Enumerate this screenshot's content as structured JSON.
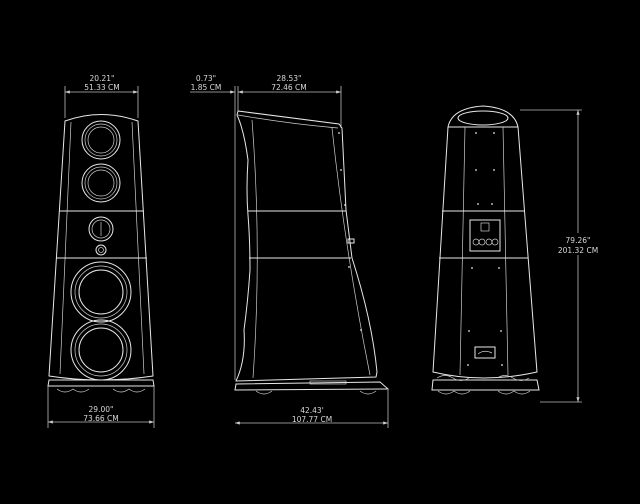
{
  "front_view": {
    "width_in": "20.21\"",
    "width_cm": "51.33 CM",
    "base_in": "29.00\"",
    "base_cm": "73.66 CM"
  },
  "side_view": {
    "offset_in": "0.73\"",
    "offset_cm": "1.85 CM",
    "depth_in": "28.53\"",
    "depth_cm": "72.46 CM",
    "base_in": "42.43'",
    "base_cm": "107.77 CM"
  },
  "rear_view": {
    "height_in": "79.26\"",
    "height_cm": "201.32 CM"
  },
  "colors": {
    "background": "#000000",
    "line": "#e8e8e8"
  }
}
